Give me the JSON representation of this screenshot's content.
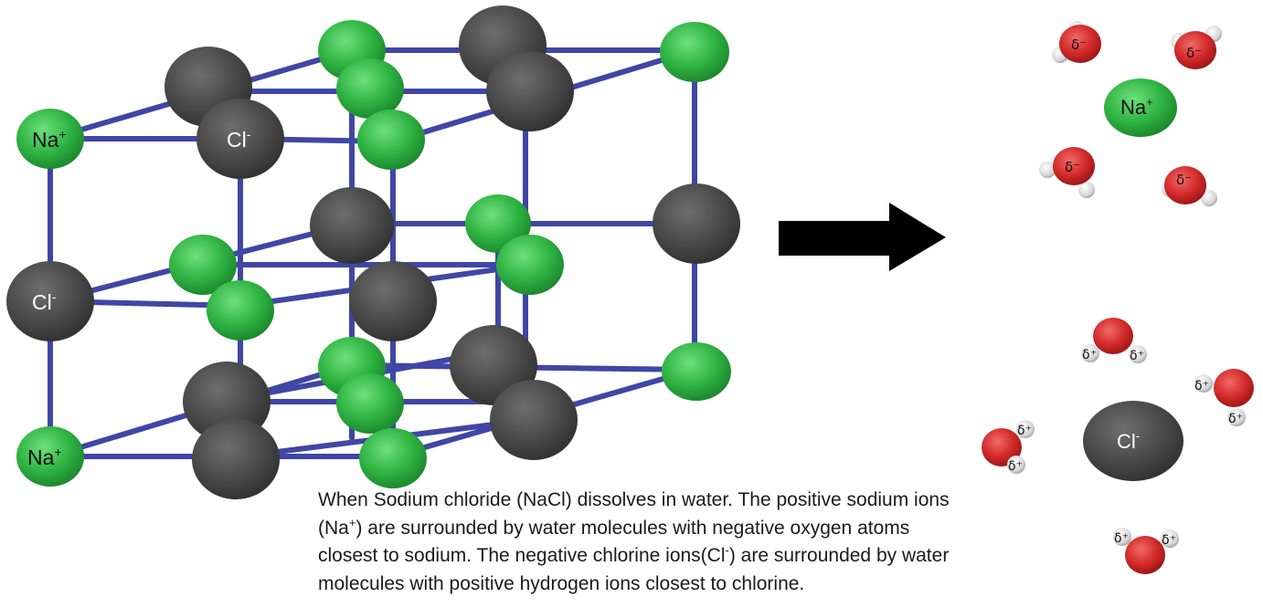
{
  "colors": {
    "bond": "#3f46a5",
    "sodium": "#2fb443",
    "chloride": "#4b4b4b",
    "oxygen": "#d42a2a",
    "hydrogen": "#d6d6d6",
    "arrow": "#000000"
  },
  "labels": {
    "na": "Na",
    "na_charge": "+",
    "cl": "Cl",
    "cl_charge": "-",
    "delta_minus": "δ⁻",
    "delta_plus": "δ⁺"
  },
  "caption": {
    "line1": "When Sodium chloride (NaCl) dissolves in water. The positive sodium ions",
    "line2_pre": "(Na",
    "line2_sup": "+",
    "line2_post": ") are surrounded by water molecules with negative oxygen atoms",
    "line3_pre": "closest to sodium. The negative chlorine ions(Cl",
    "line3_sup": "-",
    "line3_post": ") are surrounded by water",
    "line4": "molecules with positive hydrogen ions closest to chlorine."
  }
}
